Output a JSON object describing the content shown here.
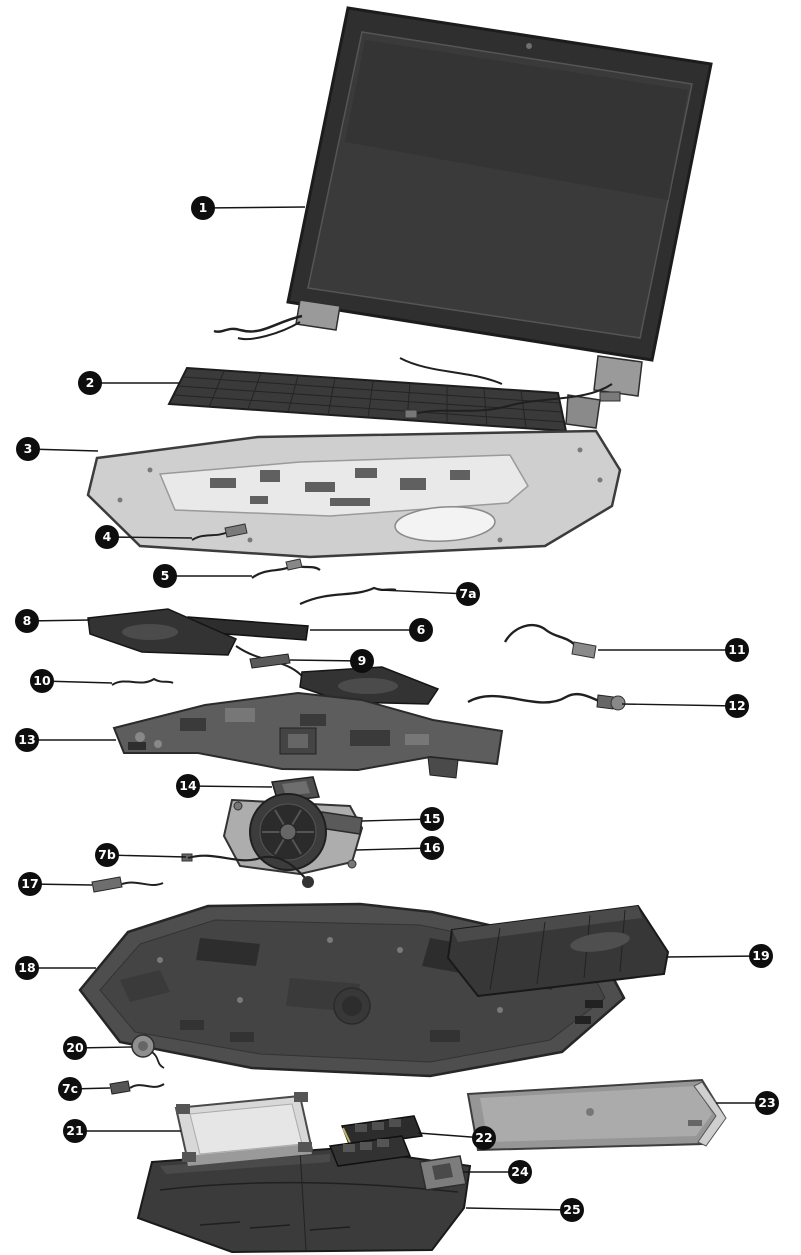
{
  "diagram": {
    "callouts": [
      {
        "label": "1"
      },
      {
        "label": "2"
      },
      {
        "label": "3"
      },
      {
        "label": "4"
      },
      {
        "label": "5"
      },
      {
        "label": "7a"
      },
      {
        "label": "6"
      },
      {
        "label": "8"
      },
      {
        "label": "9"
      },
      {
        "label": "10"
      },
      {
        "label": "11"
      },
      {
        "label": "12"
      },
      {
        "label": "13"
      },
      {
        "label": "14"
      },
      {
        "label": "15"
      },
      {
        "label": "16"
      },
      {
        "label": "7b"
      },
      {
        "label": "17"
      },
      {
        "label": "18"
      },
      {
        "label": "19"
      },
      {
        "label": "20"
      },
      {
        "label": "7c"
      },
      {
        "label": "21"
      },
      {
        "label": "22"
      },
      {
        "label": "23"
      },
      {
        "label": "24"
      },
      {
        "label": "25"
      }
    ],
    "colors": {
      "background": "#ffffff",
      "callout_fill": "#0e0e0e",
      "callout_text": "#ffffff",
      "leader_line": "#161616"
    }
  }
}
